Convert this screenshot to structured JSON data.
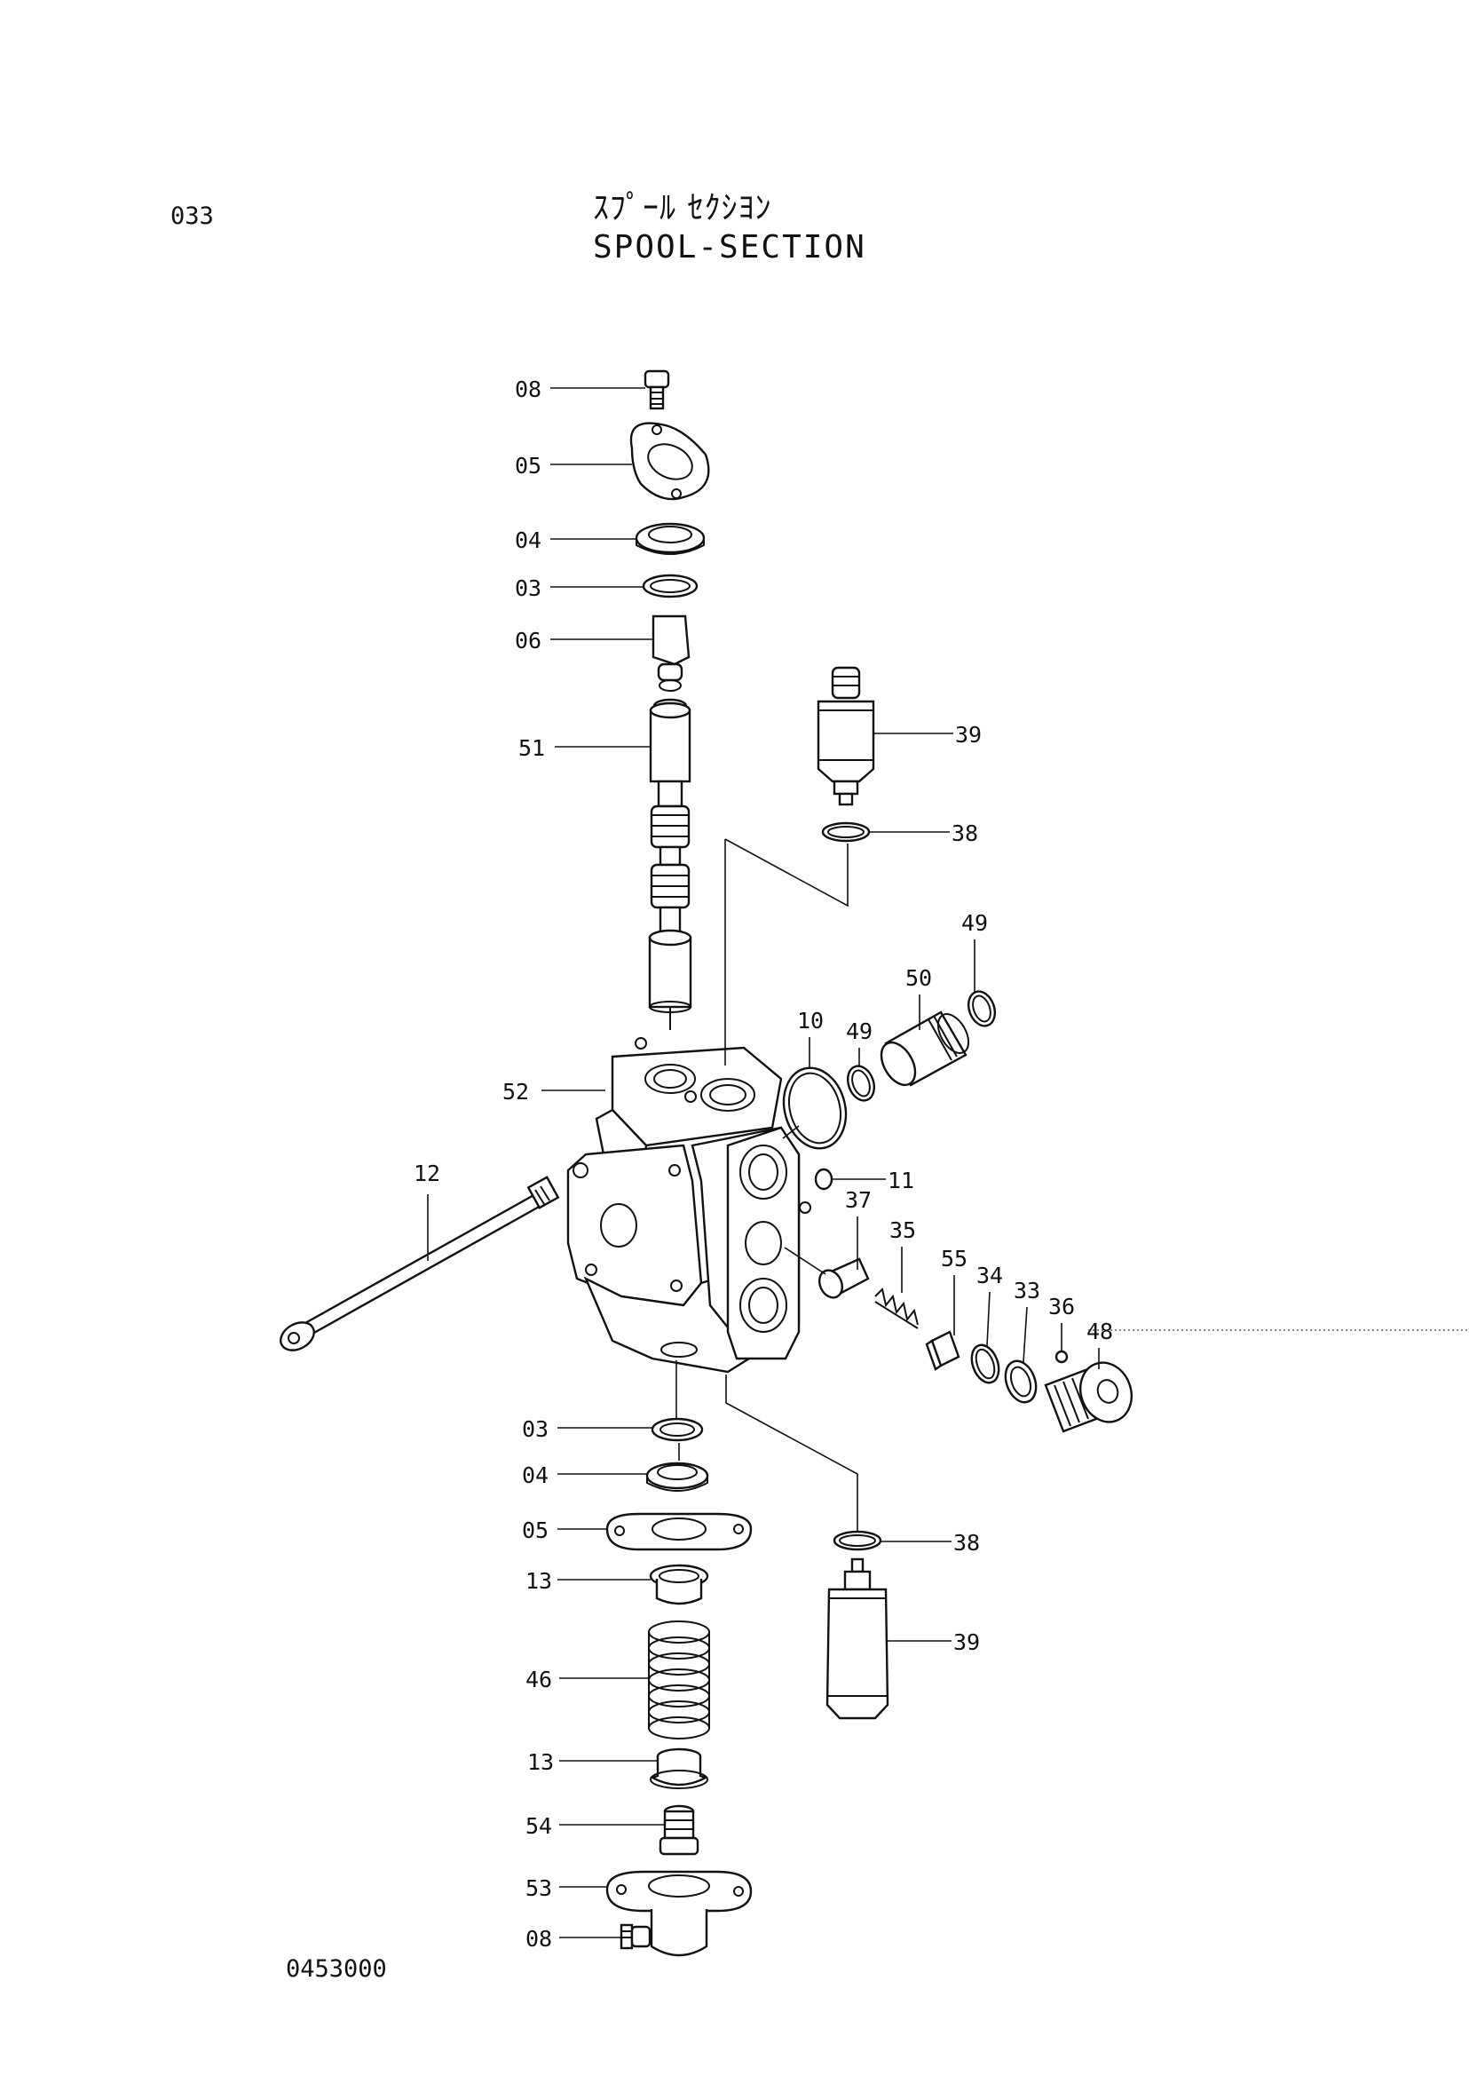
{
  "page": {
    "page_number": "033",
    "title_jp": "ｽﾌﾟｰﾙ ｾｸｼﾖﾝ",
    "title_en": "SPOOL-SECTION",
    "drawing_number": "0453000"
  },
  "callouts": {
    "c08a": "08",
    "c05a": "05",
    "c04a": "04",
    "c03a": "03",
    "c06": "06",
    "c51": "51",
    "c52": "52",
    "c12": "12",
    "c39a": "39",
    "c38a": "38",
    "c49a": "49",
    "c50": "50",
    "c49b": "49",
    "c10": "10",
    "c11": "11",
    "c37": "37",
    "c35": "35",
    "c55": "55",
    "c34": "34",
    "c33": "33",
    "c36": "36",
    "c48": "48",
    "c03b": "03",
    "c04b": "04",
    "c05b": "05",
    "c13a": "13",
    "c46": "46",
    "c13b": "13",
    "c54": "54",
    "c53": "53",
    "c08b": "08",
    "c38b": "38",
    "c39b": "39"
  }
}
